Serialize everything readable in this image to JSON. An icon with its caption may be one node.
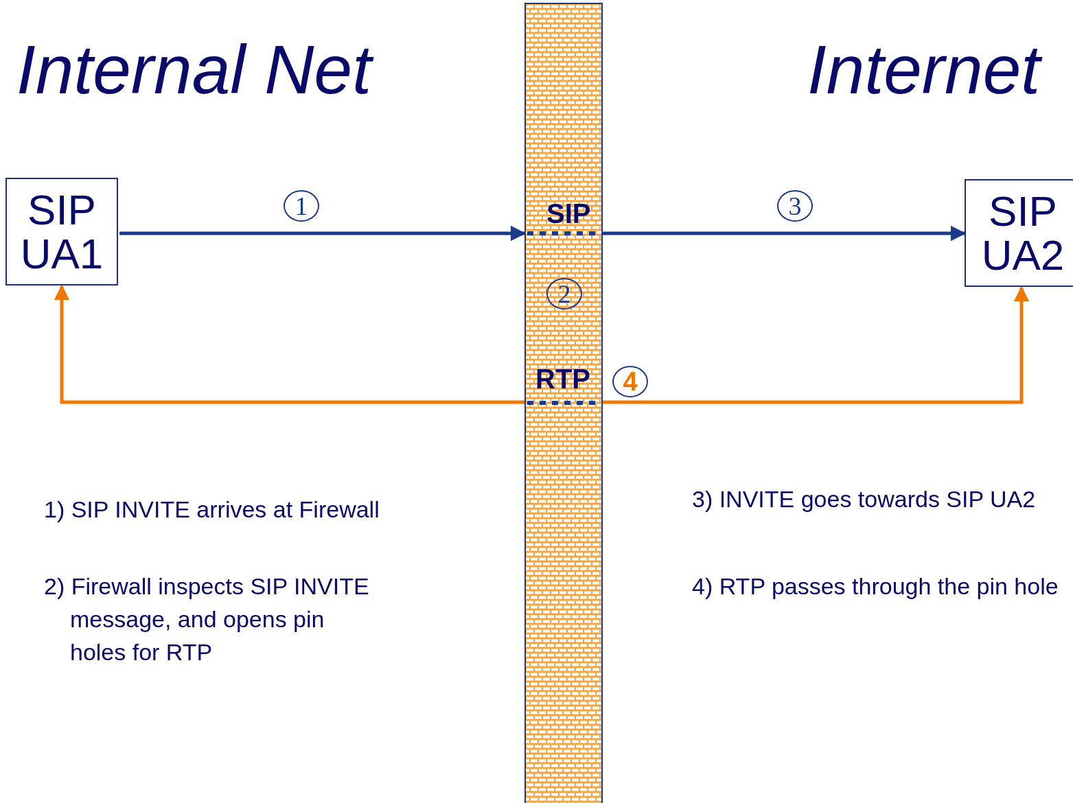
{
  "diagram": {
    "nodes": [
      {
        "text": [
          "SIP UA1"
        ]
      },
      {
        "text": [
          "SIP UA2"
        ]
      },
      {
        "text": [
          "SIP",
          "RTP"
        ]
      }
    ],
    "edges": [
      {
        "from": 0,
        "to": 2,
        "arrow": "to",
        "label": "1"
      },
      {
        "from": 2,
        "to": 1,
        "arrow": "to",
        "label": "3"
      },
      {
        "from": 2,
        "to": 0,
        "arrow": "to",
        "color": "#f07800"
      },
      {
        "from": 2,
        "to": 1,
        "arrow": "to",
        "color": "#f07800",
        "label": "4"
      }
    ],
    "labels": [
      "Internal Net",
      "Internet",
      "2",
      "1) SIP INVITE arrives at Firewall",
      "3) INVITE goes towards SIP UA2",
      "2) Firewall inspects SIP INVITE message, and opens pin holes for RTP",
      "4) RTP passes through the pin hole"
    ]
  }
}
